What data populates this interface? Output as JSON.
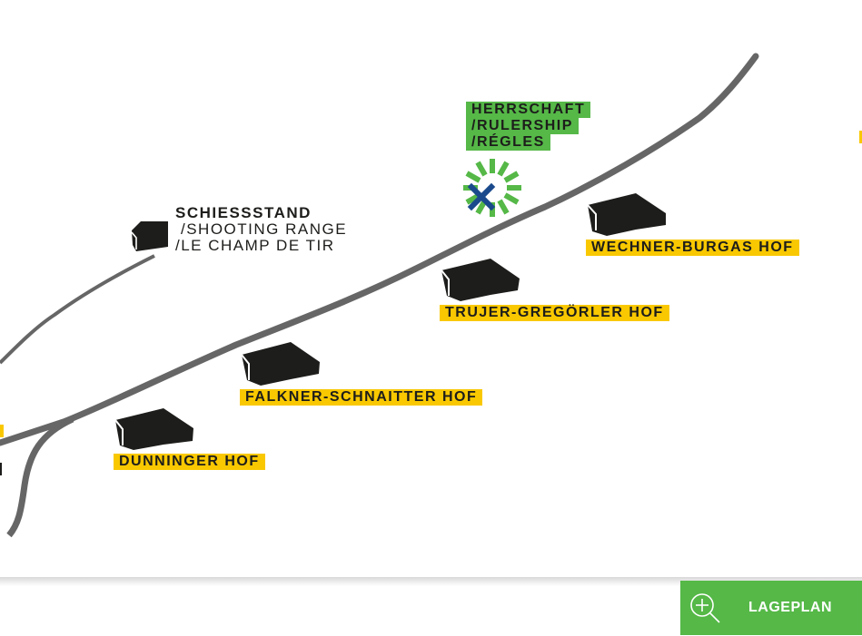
{
  "colors": {
    "accent_green": "#55b847",
    "label_yellow": "#f9c800",
    "road_gray": "#666666",
    "building_black": "#1d1d1b",
    "marker_blue": "#1a4a8c"
  },
  "map": {
    "highlight": {
      "lines": [
        "HERRSCHAFT",
        "/RULERSHIP",
        "/RÉGLES"
      ],
      "marker_icon": "burst-x-marker-icon"
    },
    "poi": {
      "title": "SCHIESSSTAND",
      "line2": "/SHOOTING RANGE",
      "line3": "/LE CHAMP DE TIR"
    },
    "farms": [
      {
        "name": "WECHNER-BURGAS HOF"
      },
      {
        "name": "TRUJER-GREGÖRLER HOF"
      },
      {
        "name": "FALKNER-SCHNAITTER HOF"
      },
      {
        "name": "DUNNINGER HOF"
      }
    ]
  },
  "button": {
    "label": "LAGEPLAN",
    "icon": "zoom-in-icon"
  }
}
